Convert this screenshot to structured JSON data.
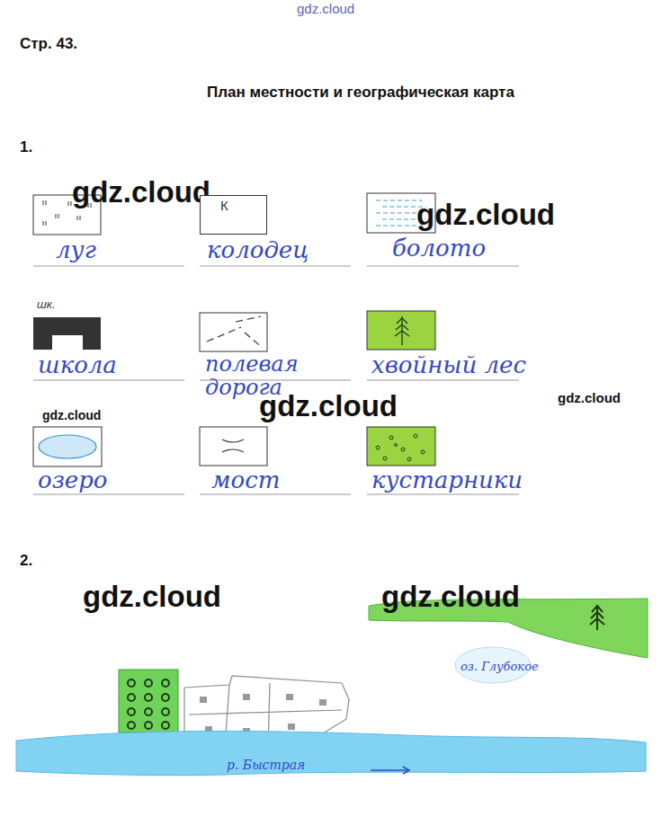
{
  "diagram": {
    "title": "План местности и географическая карта",
    "nodes": [
      {
        "text": [
          "К"
        ]
      },
      {
        "text": [
          "шк."
        ]
      }
    ],
    "labels": [
      "gdz.cloud",
      "Стр. 43.",
      "1.",
      "gdz.cloud",
      "gdz.cloud",
      "луг",
      "колодец",
      "болото",
      "школа",
      "полевая дорога",
      "хвойный лес",
      "gdz.cloud",
      "gdz.cloud",
      "gdz.cloud",
      "озеро",
      "мост",
      "кустарники",
      "2.",
      "gdz.cloud",
      "gdz.cloud",
      "оз. Глубокое",
      "р. Быстрая"
    ]
  }
}
